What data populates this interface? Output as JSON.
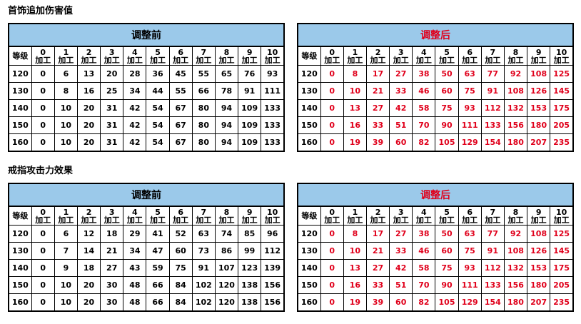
{
  "section1": {
    "title": "首饰追加伤害值"
  },
  "section2": {
    "title": "戒指攻击力效果"
  },
  "labels": {
    "before": "调整前",
    "after": "调整后",
    "level": "等级",
    "refine": "加工"
  },
  "refine_levels": [
    "0",
    "1",
    "2",
    "3",
    "4",
    "5",
    "6",
    "7",
    "8",
    "9",
    "10"
  ],
  "colors": {
    "header_bg": "#9bc9ea",
    "after_text": "#e0001b"
  },
  "tables": [
    {
      "id": "accessory-before",
      "title_key": "before",
      "rows": [
        {
          "level": "120",
          "values": [
            "0",
            "6",
            "13",
            "20",
            "28",
            "36",
            "45",
            "55",
            "65",
            "76",
            "93"
          ]
        },
        {
          "level": "130",
          "values": [
            "0",
            "8",
            "16",
            "25",
            "34",
            "44",
            "55",
            "66",
            "78",
            "91",
            "111"
          ]
        },
        {
          "level": "140",
          "values": [
            "0",
            "10",
            "20",
            "31",
            "42",
            "54",
            "67",
            "80",
            "94",
            "109",
            "133"
          ]
        },
        {
          "level": "150",
          "values": [
            "0",
            "10",
            "20",
            "31",
            "42",
            "54",
            "67",
            "80",
            "94",
            "109",
            "133"
          ]
        },
        {
          "level": "160",
          "values": [
            "0",
            "10",
            "20",
            "31",
            "42",
            "54",
            "67",
            "80",
            "94",
            "109",
            "133"
          ]
        }
      ]
    },
    {
      "id": "accessory-after",
      "title_key": "after",
      "rows": [
        {
          "level": "120",
          "values": [
            "0",
            "8",
            "17",
            "27",
            "38",
            "50",
            "63",
            "77",
            "92",
            "108",
            "125"
          ]
        },
        {
          "level": "130",
          "values": [
            "0",
            "10",
            "21",
            "33",
            "46",
            "60",
            "75",
            "91",
            "108",
            "126",
            "145"
          ]
        },
        {
          "level": "140",
          "values": [
            "0",
            "13",
            "27",
            "42",
            "58",
            "75",
            "93",
            "112",
            "132",
            "153",
            "175"
          ]
        },
        {
          "level": "150",
          "values": [
            "0",
            "16",
            "33",
            "51",
            "70",
            "90",
            "111",
            "133",
            "156",
            "180",
            "205"
          ]
        },
        {
          "level": "160",
          "values": [
            "0",
            "19",
            "39",
            "60",
            "82",
            "105",
            "129",
            "154",
            "180",
            "207",
            "235"
          ]
        }
      ]
    },
    {
      "id": "ring-before",
      "title_key": "before",
      "rows": [
        {
          "level": "120",
          "values": [
            "0",
            "6",
            "12",
            "18",
            "29",
            "41",
            "52",
            "63",
            "74",
            "85",
            "96"
          ]
        },
        {
          "level": "130",
          "values": [
            "0",
            "7",
            "14",
            "21",
            "34",
            "47",
            "60",
            "73",
            "86",
            "99",
            "112"
          ]
        },
        {
          "level": "140",
          "values": [
            "0",
            "9",
            "18",
            "27",
            "43",
            "59",
            "75",
            "91",
            "107",
            "123",
            "139"
          ]
        },
        {
          "level": "150",
          "values": [
            "0",
            "10",
            "20",
            "30",
            "48",
            "66",
            "84",
            "102",
            "120",
            "138",
            "156"
          ]
        },
        {
          "level": "160",
          "values": [
            "0",
            "10",
            "20",
            "30",
            "48",
            "66",
            "84",
            "102",
            "120",
            "138",
            "156"
          ]
        }
      ]
    },
    {
      "id": "ring-after",
      "title_key": "after",
      "rows": [
        {
          "level": "120",
          "values": [
            "0",
            "8",
            "17",
            "27",
            "38",
            "50",
            "63",
            "77",
            "92",
            "108",
            "125"
          ]
        },
        {
          "level": "130",
          "values": [
            "0",
            "10",
            "21",
            "33",
            "46",
            "60",
            "75",
            "91",
            "108",
            "126",
            "145"
          ]
        },
        {
          "level": "140",
          "values": [
            "0",
            "13",
            "27",
            "42",
            "58",
            "75",
            "93",
            "112",
            "132",
            "153",
            "175"
          ]
        },
        {
          "level": "150",
          "values": [
            "0",
            "16",
            "33",
            "51",
            "70",
            "90",
            "111",
            "133",
            "156",
            "180",
            "205"
          ]
        },
        {
          "level": "160",
          "values": [
            "0",
            "19",
            "39",
            "60",
            "82",
            "105",
            "129",
            "154",
            "180",
            "207",
            "235"
          ]
        }
      ]
    }
  ]
}
